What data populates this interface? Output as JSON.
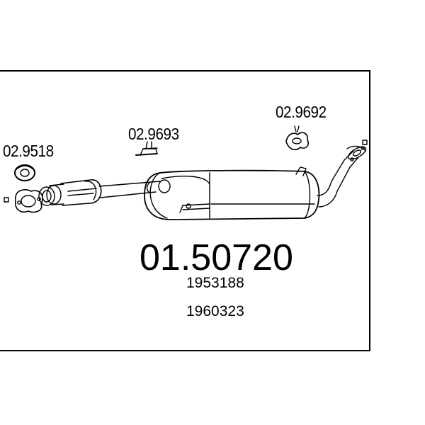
{
  "diagram": {
    "main_part_number": "01.50720",
    "oe_numbers": [
      "1953188",
      "1960323"
    ],
    "component_labels": {
      "gasket": "02.9518",
      "mount_middle": "02.9693",
      "mount_rear": "02.9692"
    },
    "colors": {
      "line": "#000000",
      "background": "#ffffff"
    }
  }
}
